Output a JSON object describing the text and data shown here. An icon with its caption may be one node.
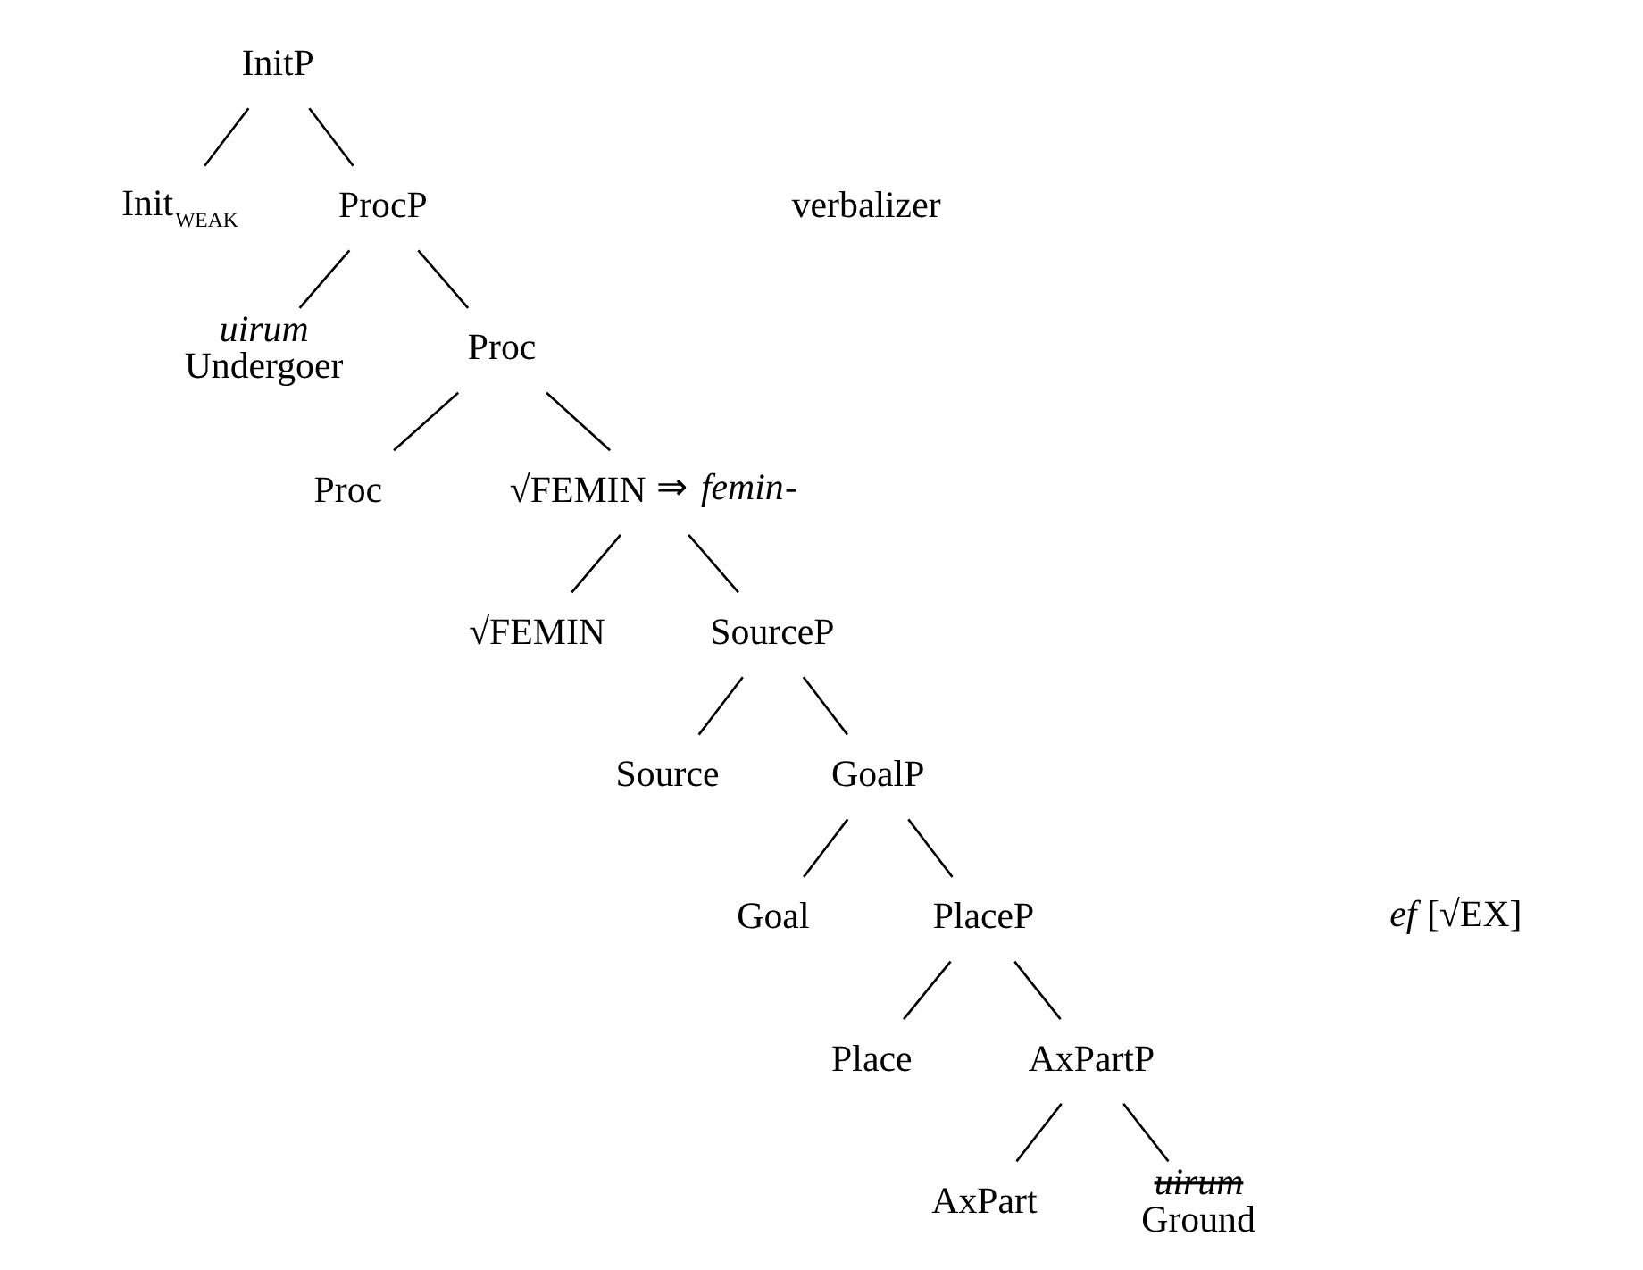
{
  "diagram": {
    "nodes": [
      {
        "text": [
          "InitP"
        ]
      },
      {
        "text": [
          "Init$_{WEAK}$"
        ]
      },
      {
        "text": [
          "ProcP"
        ]
      },
      {
        "text": [
          "uirum",
          "Undergoer"
        ]
      },
      {
        "text": [
          "Proc"
        ]
      },
      {
        "text": [
          "Proc"
        ]
      },
      {
        "text": [
          "√FEMIN"
        ],
        "beside": [
          "⇒ *femin*-"
        ]
      },
      {
        "text": [
          "√FEMIN"
        ]
      },
      {
        "text": [
          "SourceP"
        ]
      },
      {
        "text": [
          "Source"
        ]
      },
      {
        "text": [
          "GoalP"
        ]
      },
      {
        "text": [
          "Goal"
        ]
      },
      {
        "text": [
          "PlaceP"
        ]
      },
      {
        "text": [
          "Place"
        ]
      },
      {
        "text": [
          "AxPartP"
        ]
      },
      {
        "text": [
          "AxPart"
        ]
      },
      {
        "text": [
          "uirum",
          "Ground"
        ]
      }
    ],
    "edges": [
      {
        "from": 0,
        "to": 1,
        "arrow": "none"
      },
      {
        "from": 0,
        "to": 2,
        "arrow": "none"
      },
      {
        "from": 2,
        "to": 3,
        "arrow": "none"
      },
      {
        "from": 2,
        "to": 4,
        "arrow": "none"
      },
      {
        "from": 4,
        "to": 5,
        "arrow": "none"
      },
      {
        "from": 4,
        "to": 6,
        "arrow": "none"
      },
      {
        "from": 6,
        "to": 7,
        "arrow": "none"
      },
      {
        "from": 6,
        "to": 8,
        "arrow": "none"
      },
      {
        "from": 8,
        "to": 9,
        "arrow": "none"
      },
      {
        "from": 8,
        "to": 10,
        "arrow": "none"
      },
      {
        "from": 10,
        "to": 11,
        "arrow": "none"
      },
      {
        "from": 10,
        "to": 12,
        "arrow": "none"
      },
      {
        "from": 12,
        "to": 13,
        "arrow": "none"
      },
      {
        "from": 12,
        "to": 14,
        "arrow": "none"
      },
      {
        "from": 14,
        "to": 15,
        "arrow": "none"
      },
      {
        "from": 14,
        "to": 16,
        "arrow": "none"
      }
    ],
    "labels": [
      "verbalizer",
      "*ef* [√EX]"
    ]
  }
}
